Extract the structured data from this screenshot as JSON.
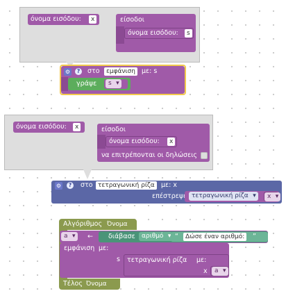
{
  "mutator1": {
    "param_block": {
      "label": "όνομα εισόδου:",
      "value": "x"
    },
    "container": {
      "label": "είσοδοι"
    },
    "inner_param": {
      "label": "όνομα εισόδου:",
      "value": "s"
    }
  },
  "func_show": {
    "in_label": "στο",
    "name": "εμφάνιση",
    "params_label": "με: s",
    "write_label": "γράψε",
    "write_var": "s"
  },
  "mutator2": {
    "param_block": {
      "label": "όνομα εισόδου:",
      "value": "x"
    },
    "container": {
      "label": "είσοδοι"
    },
    "inner_param": {
      "label": "όνομα εισόδου:",
      "value": "x"
    },
    "allow_statements": "να επιτρέπονται οι δηλώσεις"
  },
  "func_sqrt": {
    "in_label": "στο",
    "name": "τετραγωνική ρίζα",
    "params_label": "με: x",
    "return_label": "επέστρεψε",
    "call_name": "τετραγωνική ρίζα",
    "call_arg": "x"
  },
  "program": {
    "start_label": "Αλγόριθμος",
    "start_name": "Όνομα",
    "assign_var": "a",
    "assign_arrow": "←",
    "read_label": "διάβασε",
    "read_type": "αριθμό",
    "prompt_open": "“",
    "prompt_text": "Δώσε έναν αριθμό:",
    "prompt_close": "”",
    "show_label": "εμφάνιση",
    "show_params": "με:",
    "show_param_s": "s",
    "sqrt_label": "τετραγωνική ρίζα",
    "sqrt_params": "με:",
    "sqrt_param_x": "x",
    "sqrt_arg_var": "a",
    "end_label": "Τέλος",
    "end_name": "Όνομα"
  }
}
